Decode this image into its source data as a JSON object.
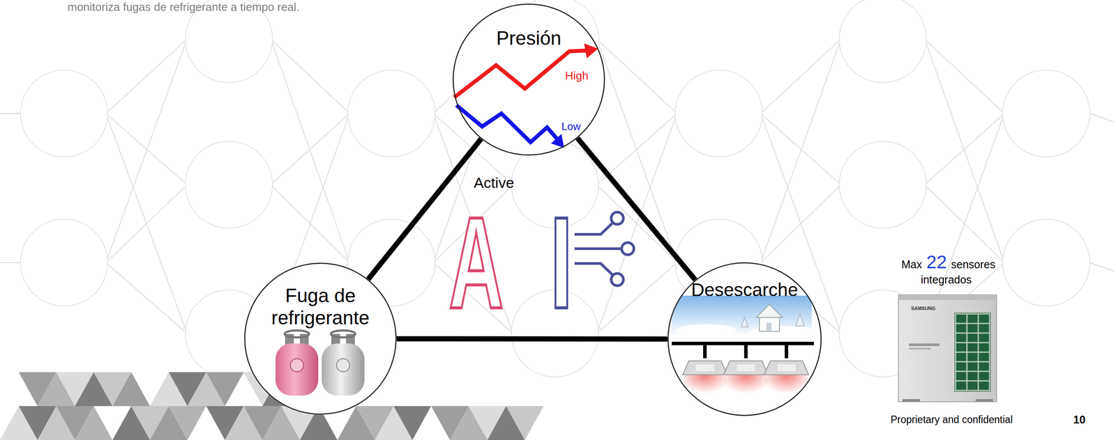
{
  "diagram": {
    "nodes": [
      {
        "text": [
          "Presión",
          "High",
          "Low"
        ]
      },
      {
        "text": [
          "Fuga de refrigerante"
        ]
      },
      {
        "text": [
          "Desescarche"
        ]
      }
    ],
    "edges": [
      {
        "from": 0,
        "to": 1,
        "arrow": "none"
      },
      {
        "from": 0,
        "to": 2,
        "arrow": "none"
      },
      {
        "from": 1,
        "to": 2,
        "arrow": "none"
      }
    ],
    "labels": [
      "monitoriza fugas de refrigerante a tiempo real.",
      "Active",
      "A",
      "I",
      "Max",
      "22",
      "sensores integrados",
      "SAMSUNG",
      "Proprietary and confidential",
      "10"
    ]
  }
}
